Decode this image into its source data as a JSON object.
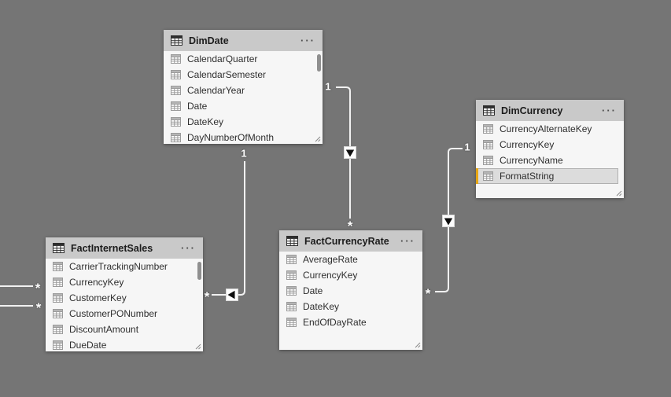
{
  "view": {
    "background_color": "#757575",
    "relationship_line_color": "#f1f1f1",
    "selection_accent_color": "#E7A614"
  },
  "icons": {
    "table_menu": "···"
  },
  "tables": [
    {
      "id": "DimDate",
      "name": "DimDate",
      "scrollbar": true,
      "fields": [
        {
          "name": "CalendarQuarter"
        },
        {
          "name": "CalendarSemester"
        },
        {
          "name": "CalendarYear"
        },
        {
          "name": "Date"
        },
        {
          "name": "DateKey"
        },
        {
          "name": "DayNumberOfMonth"
        }
      ]
    },
    {
      "id": "DimCurrency",
      "name": "DimCurrency",
      "scrollbar": false,
      "fields": [
        {
          "name": "CurrencyAlternateKey"
        },
        {
          "name": "CurrencyKey"
        },
        {
          "name": "CurrencyName"
        },
        {
          "name": "FormatString",
          "selected": true
        }
      ]
    },
    {
      "id": "FactInternetSales",
      "name": "FactInternetSales",
      "scrollbar": true,
      "fields": [
        {
          "name": "CarrierTrackingNumber"
        },
        {
          "name": "CurrencyKey"
        },
        {
          "name": "CustomerKey"
        },
        {
          "name": "CustomerPONumber"
        },
        {
          "name": "DiscountAmount"
        },
        {
          "name": "DueDate"
        }
      ]
    },
    {
      "id": "FactCurrencyRate",
      "name": "FactCurrencyRate",
      "scrollbar": false,
      "fields": [
        {
          "name": "AverageRate"
        },
        {
          "name": "CurrencyKey"
        },
        {
          "name": "Date"
        },
        {
          "name": "DateKey"
        },
        {
          "name": "EndOfDayRate"
        }
      ]
    }
  ],
  "relationships": [
    {
      "from_table": "DimDate",
      "to_table": "FactInternetSales",
      "one_label": "1",
      "many_label": "*"
    },
    {
      "from_table": "DimDate",
      "to_table": "FactCurrencyRate",
      "one_label": "1",
      "many_label": "*"
    },
    {
      "from_table": "DimCurrency",
      "to_table": "FactCurrencyRate",
      "one_label": "1",
      "many_label": "*"
    }
  ],
  "partial_edges": [
    {
      "to_table": "FactInternetSales",
      "many_label": "*"
    },
    {
      "to_table": "FactInternetSales",
      "many_label": "*"
    }
  ]
}
